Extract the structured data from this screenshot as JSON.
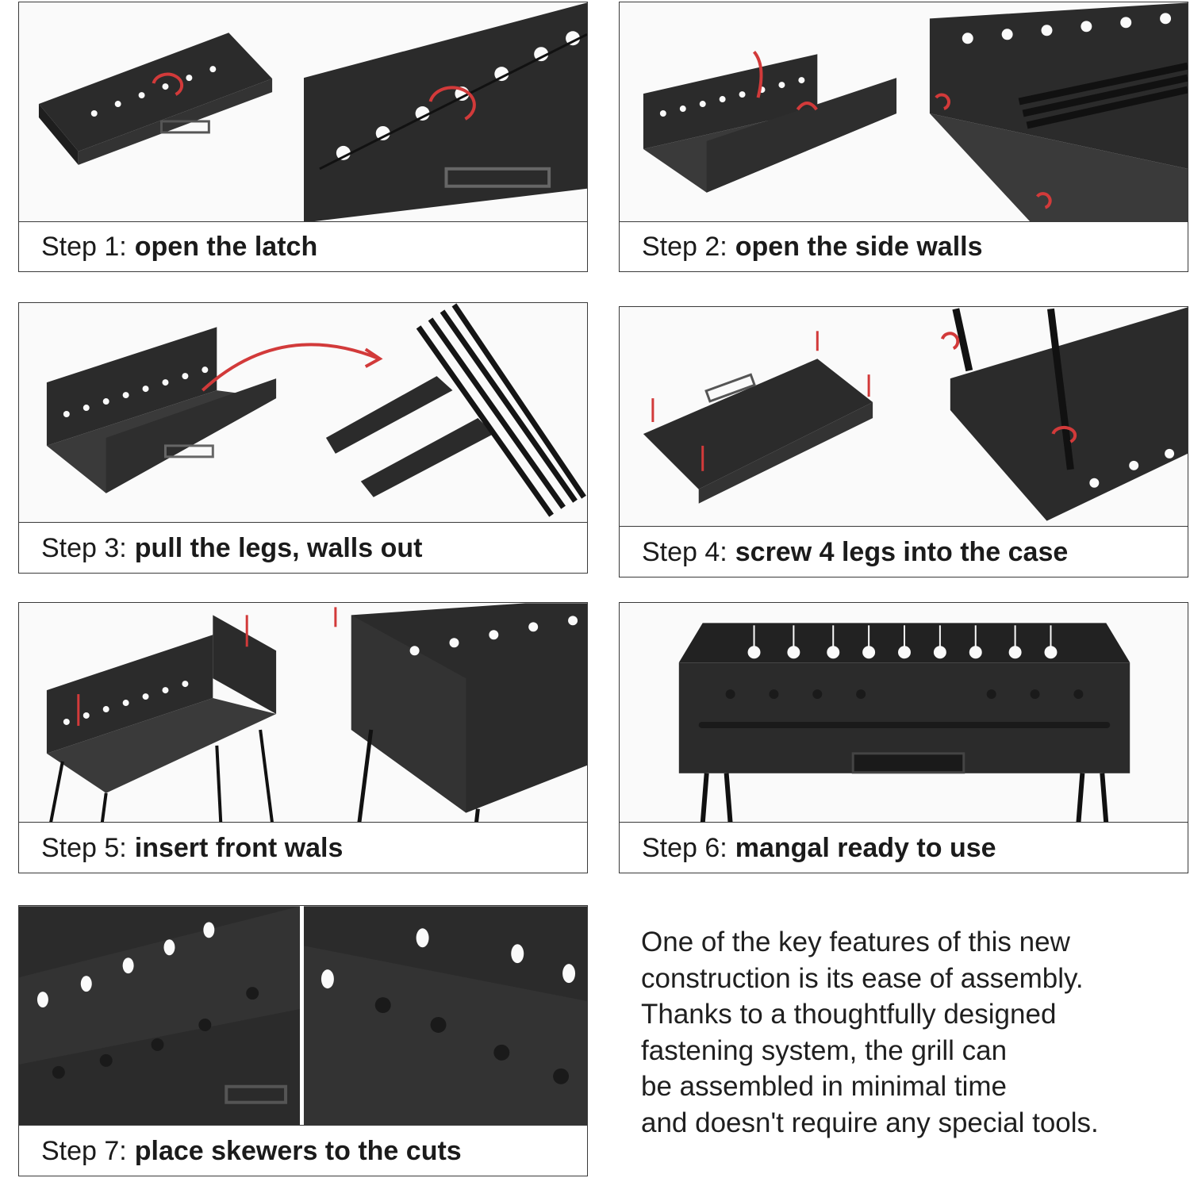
{
  "steps": [
    {
      "prefix": "Step 1:",
      "text": "open the latch"
    },
    {
      "prefix": "Step 2:",
      "text": "open the side walls"
    },
    {
      "prefix": "Step 3:",
      "text": "pull the legs, walls out"
    },
    {
      "prefix": "Step 4:",
      "text": "screw 4 legs into the case"
    },
    {
      "prefix": "Step 5:",
      "text": "insert front wals"
    },
    {
      "prefix": "Step 6:",
      "text": "mangal ready to use"
    },
    {
      "prefix": "Step 7:",
      "text": "place skewers to the cuts"
    }
  ],
  "description": {
    "lines": [
      "One of the key features of this new",
      "construction is its ease of assembly.",
      "Thanks to a thoughtfully designed",
      "fastening system, the grill can",
      "be assembled in minimal time",
      "and doesn't require any special tools."
    ]
  },
  "colors": {
    "metal": "#2b2b2b",
    "metal_light": "#3c3c3c",
    "arrow": "#d23a3a",
    "border": "#3a3a3a"
  }
}
